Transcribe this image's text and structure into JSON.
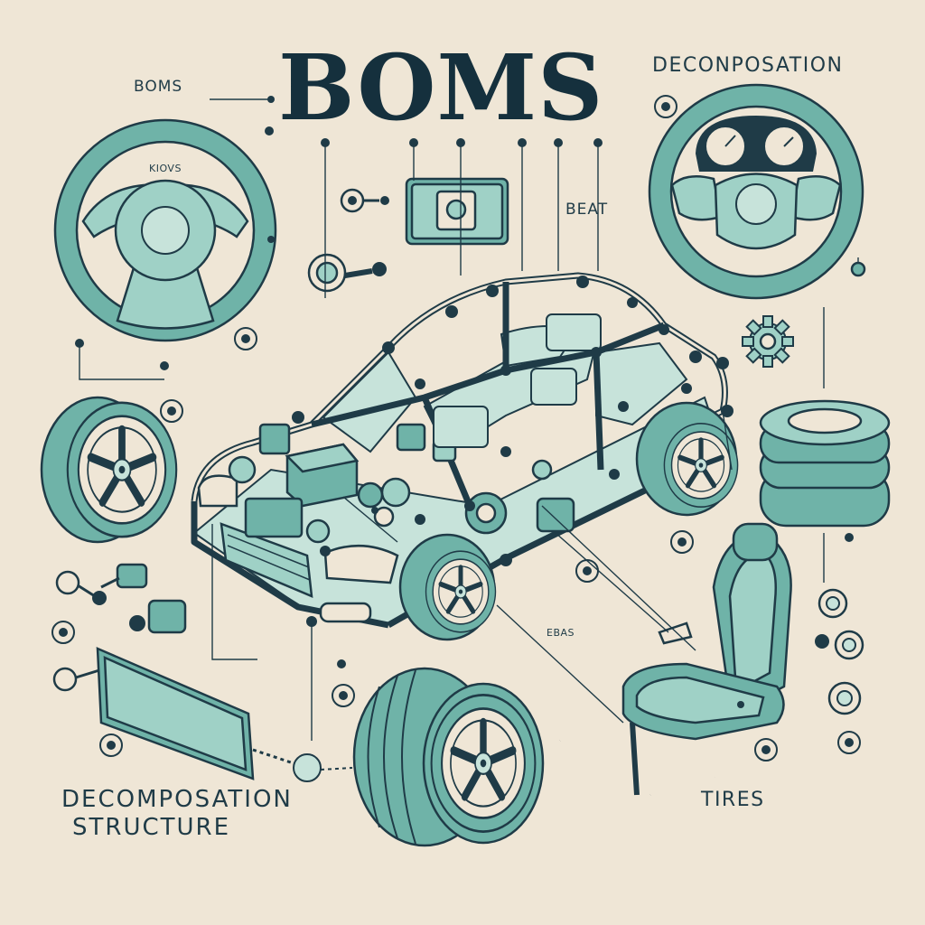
{
  "title": "BOMS",
  "labels": {
    "top_left": "BOMS",
    "top_right": "DECONPOSATION",
    "steering_badge": "KIOVS",
    "seat_part": "BEAT",
    "center_tag": "EBAS",
    "bottom_right": "TIRES",
    "bottom_left_line1": "DECOMPOSATION",
    "bottom_left_line2": "STRUCTURE"
  },
  "icons": {
    "steering_wheel_left": "steering-wheel-icon",
    "steering_wheel_right": "steering-wheel-dashboard-icon",
    "wheel": "wheel-icon",
    "tire_stack": "tire-stack-icon",
    "seat": "car-seat-icon",
    "gear": "gear-icon",
    "panel": "glass-panel-icon",
    "car": "car-frame-icon"
  },
  "colors": {
    "background": "#efe6d6",
    "ink": "#1f3b47",
    "teal": "#9fd1c6",
    "teal_dark": "#6fb3a8"
  }
}
